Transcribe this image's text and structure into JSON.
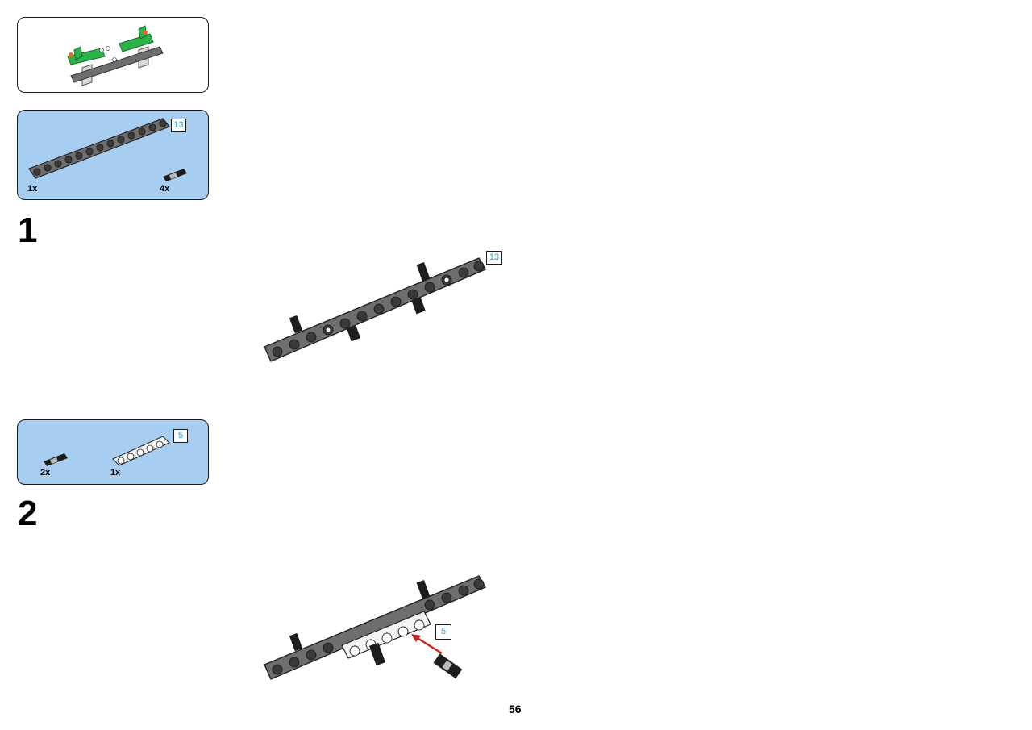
{
  "page": {
    "number": "56"
  },
  "colors": {
    "panel_blue": "#a7cdf0",
    "beam_dark_gray": "#6e6e6e",
    "beam_white": "#f4f4f4",
    "sub_green": "#2bb34a",
    "length_label": "#2aa0d8",
    "arrow_red": "#d42020"
  },
  "submodel": {
    "icon": "green-gray-beam-assembly-icon"
  },
  "steps": [
    {
      "number": "1",
      "parts": [
        {
          "icon": "dark-gray-beam-13-icon",
          "length": "13",
          "qty": "1x"
        },
        {
          "icon": "black-pin-icon",
          "qty": "4x"
        }
      ],
      "callout_length": "13"
    },
    {
      "number": "2",
      "parts": [
        {
          "icon": "black-pin-icon",
          "qty": "2x"
        },
        {
          "icon": "white-beam-5-icon",
          "length": "5",
          "qty": "1x"
        }
      ],
      "callout_length": "5"
    }
  ]
}
